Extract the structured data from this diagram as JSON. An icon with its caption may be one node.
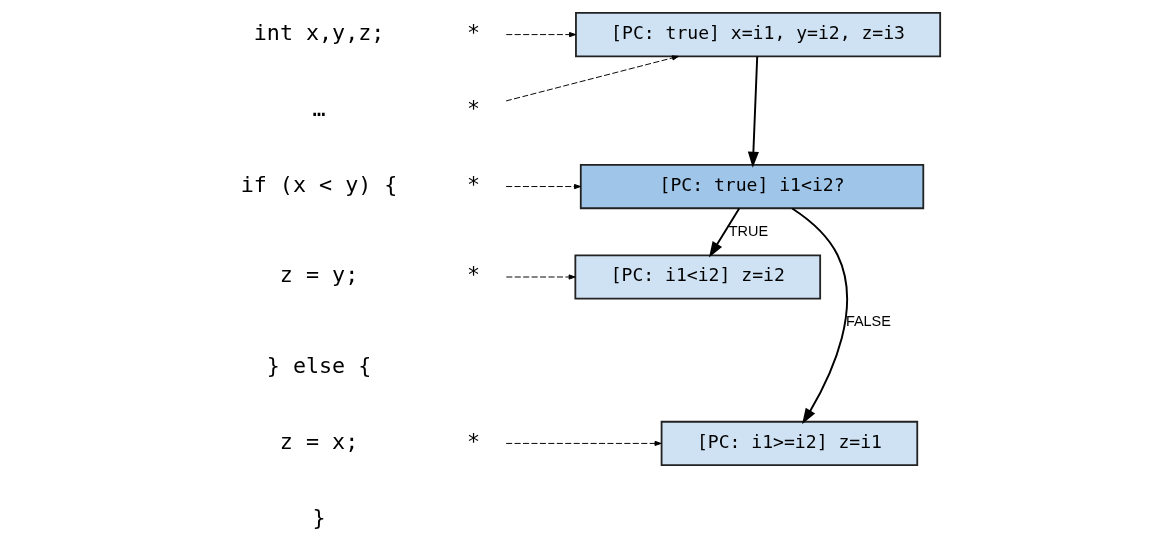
{
  "diagram": {
    "nodes": [
      {
        "text": [
          "*"
        ]
      },
      {
        "text": [
          "[PC: true] x=i1, y=i2, z=i3"
        ]
      },
      {
        "text": [
          "*"
        ]
      },
      {
        "text": [
          "*"
        ]
      },
      {
        "text": [
          "[PC: true] i1<i2?"
        ]
      },
      {
        "text": [
          "*"
        ]
      },
      {
        "text": [
          "[PC: i1<i2] z=i2"
        ]
      },
      {
        "text": [
          "*"
        ]
      },
      {
        "text": [
          "[PC: i1>=i2] z=i1"
        ]
      }
    ],
    "edges": [
      {
        "from": 0,
        "to": 1,
        "arrow": "to",
        "style": "dashed"
      },
      {
        "from": 2,
        "to": 1,
        "arrow": "to",
        "style": "dashed"
      },
      {
        "from": 1,
        "to": 4,
        "arrow": "to"
      },
      {
        "from": 3,
        "to": 4,
        "arrow": "to",
        "style": "dashed"
      },
      {
        "from": 4,
        "to": 6,
        "arrow": "to",
        "label": "TRUE"
      },
      {
        "from": 4,
        "to": 8,
        "arrow": "to",
        "label": "FALSE"
      },
      {
        "from": 5,
        "to": 6,
        "arrow": "to",
        "style": "dashed"
      },
      {
        "from": 7,
        "to": 8,
        "arrow": "to",
        "style": "dashed"
      }
    ],
    "labels": [
      "int x,y,z;",
      "…",
      "if (x < y) {",
      "z = y;",
      "} else {",
      "z = x;",
      "}"
    ]
  }
}
